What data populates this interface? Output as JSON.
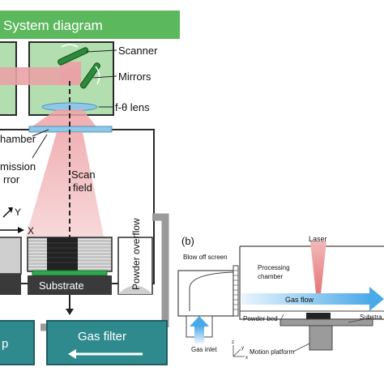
{
  "panel_a": {
    "title": "System diagram",
    "labels": {
      "scanner": "Scanner",
      "mirrors": "Mirrors",
      "f_theta_lens": "f-θ lens",
      "chamber": "hamber",
      "transmission_mirror_line1": "mission",
      "transmission_mirror_line2": "rror",
      "scan_field_line1": "Scan",
      "scan_field_line2": "field",
      "axis_y": "Y",
      "axis_x": "X",
      "substrate": "Substrate",
      "powder_overflow": "Powder overflow",
      "pump_partial": "p",
      "gas_filter": "Gas filter"
    },
    "colors": {
      "title_bar": "#5cb85c",
      "box_fill": "#b3dfb0",
      "box_border": "#2a2a2a",
      "beam": "#e9a2a6",
      "lens": "#8fc7e6",
      "pipe": "#9a9a9a",
      "gas_box": "#2f8a8e",
      "mirror": "#2d8a3a"
    }
  },
  "panel_b": {
    "tag": "(b)",
    "labels": {
      "laser": "Laser",
      "blow_off_screen": "Blow off screen",
      "processing_chamber_line1": "Processing",
      "processing_chamber_line2": "chamber",
      "gas_flow": "Gas flow",
      "powder_bed": "Powder bed",
      "substrate_partial": "Substra",
      "gas_inlet": "Gas inlet",
      "motion_platform": "Motion platform",
      "axis_z": "z",
      "axis_y": "y",
      "axis_x": "x"
    },
    "colors": {
      "gas_flow_arrow": "#4aa9e8",
      "laser": "#e98a8a",
      "platform": "#9b9b9b",
      "substrate": "#333333"
    }
  }
}
